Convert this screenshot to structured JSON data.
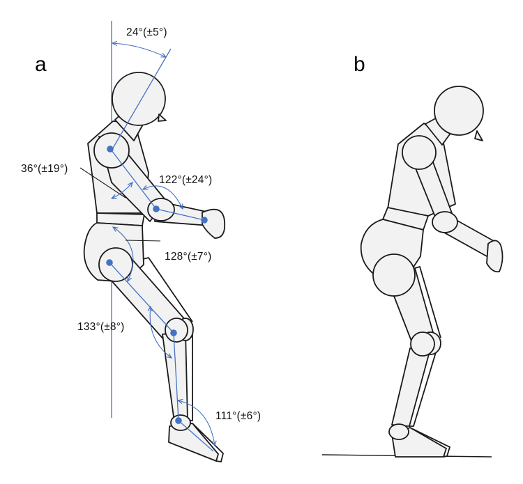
{
  "panels": [
    {
      "label": "a"
    },
    {
      "label": "b"
    }
  ],
  "angles": [
    {
      "label": "24°(±5°)"
    },
    {
      "label": "36°(±19°)"
    },
    {
      "label": "122°(±24°)"
    },
    {
      "label": "128°(±7°)"
    },
    {
      "label": "133°(±8°)"
    },
    {
      "label": "111°(±6°)"
    }
  ],
  "colors": {
    "annotation": "#4472c4",
    "body_fill": "#f2f2f2",
    "outline": "#1a1a1a"
  }
}
